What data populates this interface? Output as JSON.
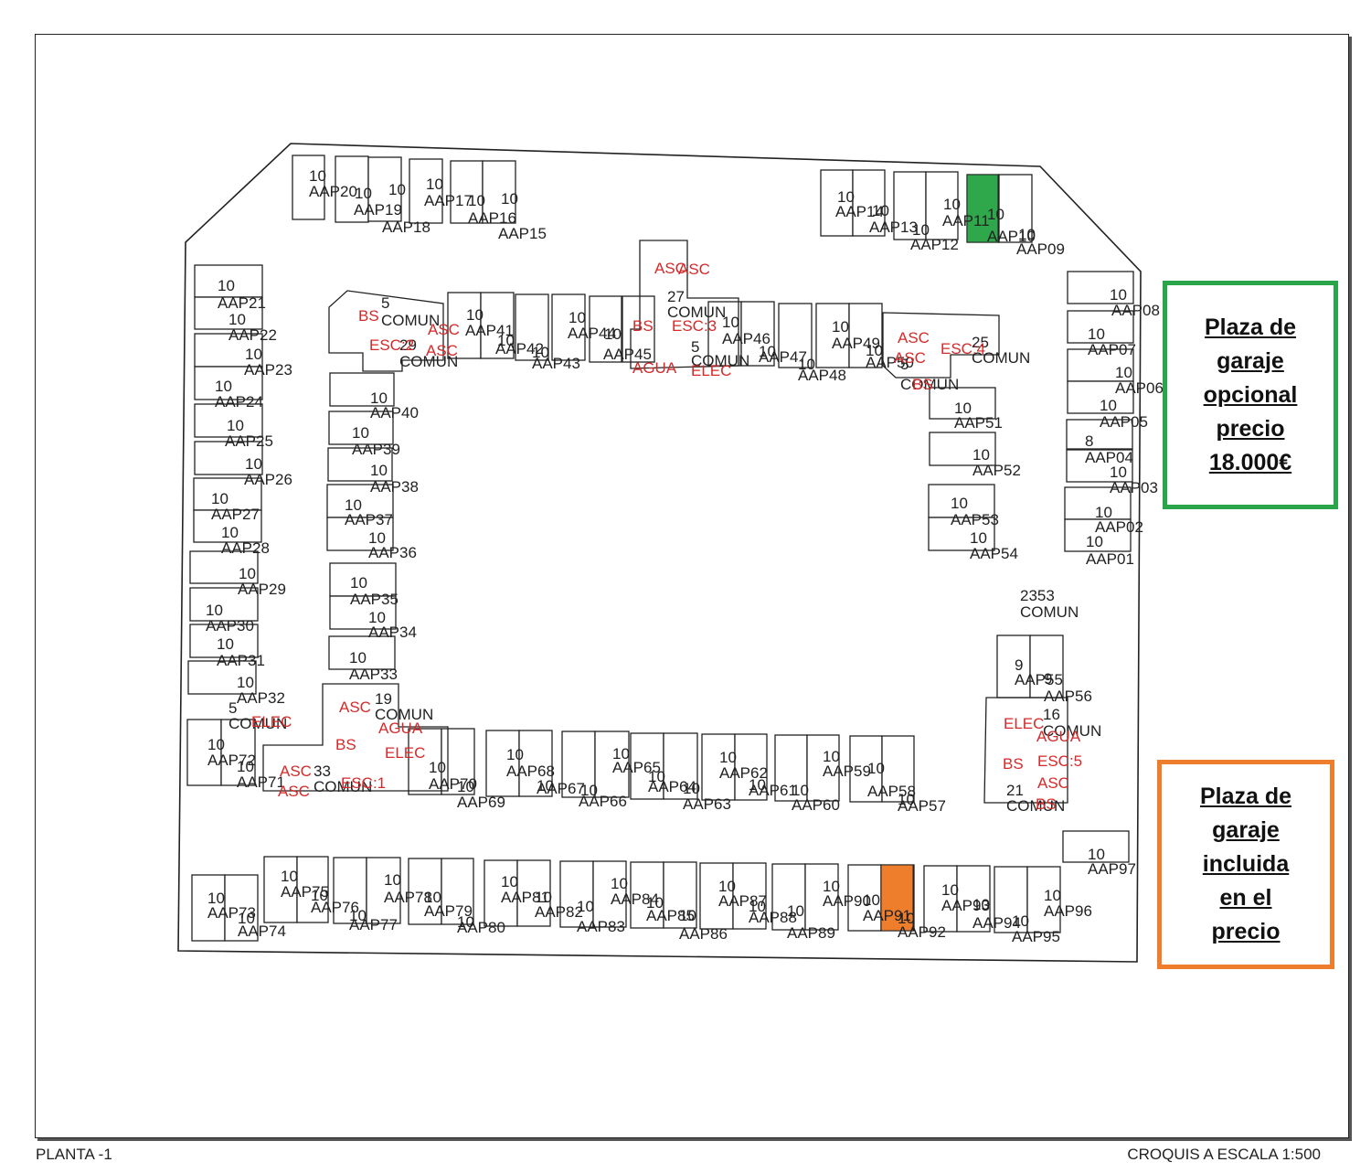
{
  "legend": {
    "optional": {
      "lines": [
        "Plaza de",
        "garaje",
        "opcional",
        "precio",
        "18.000€"
      ],
      "color": "#2aa64a"
    },
    "included": {
      "lines": [
        "Plaza de",
        "garaje",
        "incluida",
        "en el",
        "precio"
      ],
      "color": "#ee7e2c"
    }
  },
  "footer": {
    "floor": "PLANTA -1",
    "scale": "CROQUIS A ESCALA 1:500"
  },
  "highlights": {
    "optional_space_color": "#2ea84a",
    "included_space_color": "#ee7e2c"
  },
  "plan": {
    "spaces": [
      {
        "id": "AAP01",
        "area": "10"
      },
      {
        "id": "AAP02",
        "area": "10"
      },
      {
        "id": "AAP03",
        "area": "10"
      },
      {
        "id": "AAP04",
        "area": "8"
      },
      {
        "id": "AAP05",
        "area": "10"
      },
      {
        "id": "AAP06",
        "area": "10"
      },
      {
        "id": "AAP07",
        "area": "10"
      },
      {
        "id": "AAP08",
        "area": "10"
      },
      {
        "id": "AAP09",
        "area": "10"
      },
      {
        "id": "AAP10",
        "area": "10"
      },
      {
        "id": "AAP11",
        "area": "10"
      },
      {
        "id": "AAP12",
        "area": "10"
      },
      {
        "id": "AAP13",
        "area": "10"
      },
      {
        "id": "AAP14",
        "area": "10"
      },
      {
        "id": "AAP15",
        "area": "10"
      },
      {
        "id": "AAP16",
        "area": "10"
      },
      {
        "id": "AAP17",
        "area": "10"
      },
      {
        "id": "AAP18",
        "area": "10"
      },
      {
        "id": "AAP19",
        "area": "10"
      },
      {
        "id": "AAP20",
        "area": "10"
      },
      {
        "id": "AAP21",
        "area": "10"
      },
      {
        "id": "AAP22",
        "area": "10"
      },
      {
        "id": "AAP23",
        "area": "10"
      },
      {
        "id": "AAP24",
        "area": "10"
      },
      {
        "id": "AAP25",
        "area": "10"
      },
      {
        "id": "AAP26",
        "area": "10"
      },
      {
        "id": "AAP27",
        "area": "10"
      },
      {
        "id": "AAP28",
        "area": "10"
      },
      {
        "id": "AAP29",
        "area": "10"
      },
      {
        "id": "AAP30",
        "area": "10"
      },
      {
        "id": "AAP31",
        "area": "10"
      },
      {
        "id": "AAP32",
        "area": "10"
      },
      {
        "id": "AAP33",
        "area": "10"
      },
      {
        "id": "AAP34",
        "area": "10"
      },
      {
        "id": "AAP35",
        "area": "10"
      },
      {
        "id": "AAP36",
        "area": "10"
      },
      {
        "id": "AAP37",
        "area": "10"
      },
      {
        "id": "AAP38",
        "area": "10"
      },
      {
        "id": "AAP39",
        "area": "10"
      },
      {
        "id": "AAP40",
        "area": "10"
      },
      {
        "id": "AAP41",
        "area": "10"
      },
      {
        "id": "AAP42",
        "area": "10"
      },
      {
        "id": "AAP43",
        "area": "10"
      },
      {
        "id": "AAP44",
        "area": "10"
      },
      {
        "id": "AAP45",
        "area": "10"
      },
      {
        "id": "AAP46",
        "area": "10"
      },
      {
        "id": "AAP47",
        "area": "10"
      },
      {
        "id": "AAP48",
        "area": "10"
      },
      {
        "id": "AAP49",
        "area": "10"
      },
      {
        "id": "AAP50",
        "area": "10"
      },
      {
        "id": "AAP51",
        "area": "10"
      },
      {
        "id": "AAP52",
        "area": "10"
      },
      {
        "id": "AAP53",
        "area": "10"
      },
      {
        "id": "AAP54",
        "area": "10"
      },
      {
        "id": "AAP55",
        "area": "9"
      },
      {
        "id": "AAP56",
        "area": "9"
      },
      {
        "id": "AAP57",
        "area": "10"
      },
      {
        "id": "AAP58",
        "area": "10"
      },
      {
        "id": "AAP59",
        "area": "10"
      },
      {
        "id": "AAP60",
        "area": "10"
      },
      {
        "id": "AAP61",
        "area": "10"
      },
      {
        "id": "AAP62",
        "area": "10"
      },
      {
        "id": "AAP63",
        "area": "10"
      },
      {
        "id": "AAP64",
        "area": "10"
      },
      {
        "id": "AAP65",
        "area": "10"
      },
      {
        "id": "AAP66",
        "area": "10"
      },
      {
        "id": "AAP67",
        "area": "10"
      },
      {
        "id": "AAP68",
        "area": "10"
      },
      {
        "id": "AAP69",
        "area": "10"
      },
      {
        "id": "AAP70",
        "area": "10"
      },
      {
        "id": "AAP71",
        "area": "10"
      },
      {
        "id": "AAP72",
        "area": "10"
      },
      {
        "id": "AAP73",
        "area": "10"
      },
      {
        "id": "AAP74",
        "area": "10"
      },
      {
        "id": "AAP75",
        "area": "10"
      },
      {
        "id": "AAP76",
        "area": "10"
      },
      {
        "id": "AAP77",
        "area": "10"
      },
      {
        "id": "AAP78",
        "area": "10"
      },
      {
        "id": "AAP79",
        "area": "10"
      },
      {
        "id": "AAP80",
        "area": "10"
      },
      {
        "id": "AAP81",
        "area": "10"
      },
      {
        "id": "AAP82",
        "area": "10"
      },
      {
        "id": "AAP83",
        "area": "10"
      },
      {
        "id": "AAP84",
        "area": "10"
      },
      {
        "id": "AAP85",
        "area": "10"
      },
      {
        "id": "AAP86",
        "area": "10"
      },
      {
        "id": "AAP87",
        "area": "10"
      },
      {
        "id": "AAP88",
        "area": "10"
      },
      {
        "id": "AAP89",
        "area": "10"
      },
      {
        "id": "AAP90",
        "area": "10"
      },
      {
        "id": "AAP91",
        "area": "10"
      },
      {
        "id": "AAP92",
        "area": "10"
      },
      {
        "id": "AAP93",
        "area": "10"
      },
      {
        "id": "AAP94",
        "area": "10"
      },
      {
        "id": "AAP95",
        "area": "10"
      },
      {
        "id": "AAP96",
        "area": "10"
      },
      {
        "id": "AAP97",
        "area": "10"
      }
    ],
    "common_areas": [
      {
        "label": "COMUN",
        "area": "5"
      },
      {
        "label": "COMUN",
        "area": "29"
      },
      {
        "label": "COMUN",
        "area": "27"
      },
      {
        "label": "COMUN",
        "area": "5"
      },
      {
        "label": "COMUN",
        "area": "25"
      },
      {
        "label": "COMUN",
        "area": "5"
      },
      {
        "label": "COMUN",
        "area": "2353"
      },
      {
        "label": "COMUN",
        "area": "16"
      },
      {
        "label": "COMUN",
        "area": "21"
      },
      {
        "label": "COMUN",
        "area": "19"
      },
      {
        "label": "COMUN",
        "area": "33"
      },
      {
        "label": "COMUN",
        "area": "5"
      }
    ],
    "service_labels": [
      "ASC",
      "ASC",
      "BS",
      "ESC:2",
      "ASC",
      "ASC",
      "BS",
      "ESC:3",
      "AGUA",
      "ELEC",
      "ASC",
      "ASC",
      "ESC:4",
      "BS",
      "ASC",
      "BS",
      "AGUA",
      "ELEC",
      "ASC",
      "ESC:1",
      "ASC",
      "ELEC",
      "AGUA",
      "BS",
      "ESC:5",
      "ASC",
      "ELEC",
      "BS"
    ]
  }
}
